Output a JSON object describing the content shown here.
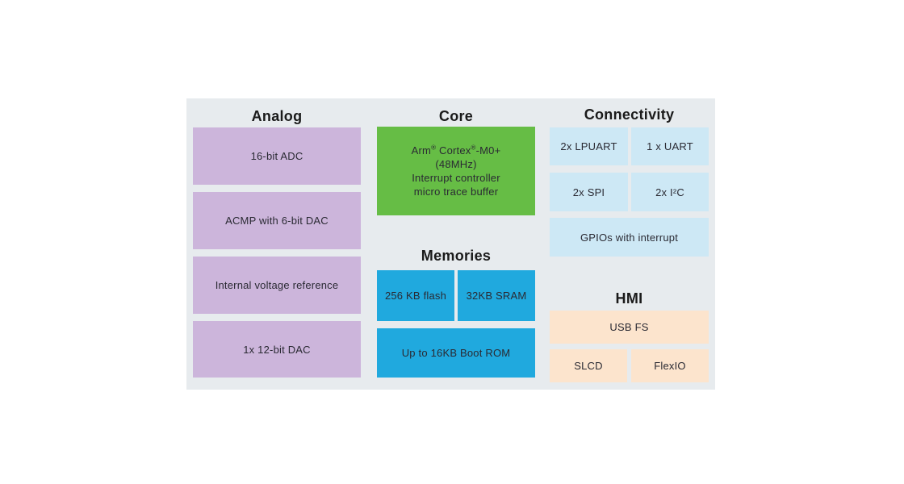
{
  "diagram": {
    "sections": {
      "analog": {
        "title": "Analog",
        "items": [
          "16-bit ADC",
          "ACMP with 6-bit DAC",
          "Internal voltage reference",
          "1x 12-bit DAC"
        ]
      },
      "core": {
        "title": "Core",
        "lines": [
          "Arm® Cortex®-M0+",
          "(48MHz)",
          "Interrupt controller",
          "micro trace buffer"
        ]
      },
      "memories": {
        "title": "Memories",
        "items": [
          "256 KB flash",
          "32KB SRAM",
          "Up to 16KB Boot ROM"
        ]
      },
      "connectivity": {
        "title": "Connectivity",
        "items": [
          "2x LPUART",
          "1 x UART",
          "2x SPI",
          "2x I²C",
          "GPIOs with interrupt"
        ]
      },
      "hmi": {
        "title": "HMI",
        "items": [
          "USB FS",
          "SLCD",
          "FlexIO"
        ]
      }
    },
    "colors": {
      "page_background": "#ffffff",
      "panel_background": "#e7ebee",
      "analog_block": "#ccb5db",
      "core_block": "#66bd45",
      "connectivity_block": "#cde8f5",
      "memories_block": "#20a9de",
      "hmi_block": "#fce4cd",
      "heading_text": "#1a1a1a",
      "block_text": "#2a2a33"
    }
  }
}
